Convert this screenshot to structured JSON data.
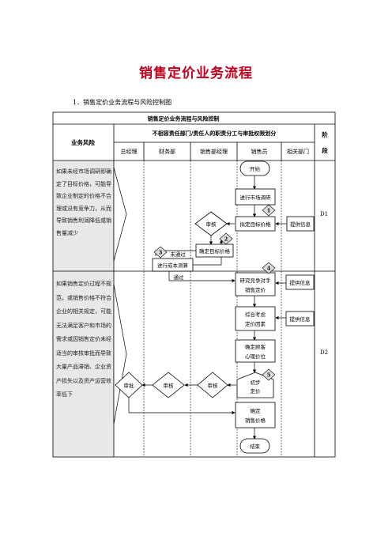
{
  "title": "销售定价业务流程",
  "section_heading": "1．销售定价业务流程与风险控制图",
  "table": {
    "caption": "销售定价业务流程与风险控制",
    "risk_header": "业务风险",
    "dept_group_header": "不相容责任部门/责任人的职责分工与审批权限划分",
    "stage_header_line1": "阶",
    "stage_header_line2": "段",
    "columns": [
      "总经理",
      "财务部",
      "销售部经理",
      "销售员",
      "相关部门"
    ],
    "stages": [
      "D1",
      "D2"
    ],
    "risks": [
      "如果未经市场调研即确定了目标价格，可能导致企业制定的价格不合理或没有竞争力，从而导致销售利润降低或销售量减少",
      "如果销售定价过程不规范，或销售价格不符合企业的相关规定，可能无法满足客户和市场的需求或因销售定价未经适当的审核审批而导致大量产品滞销、企业资产损失以及资产运营效率低下"
    ]
  },
  "flow": {
    "start": "开始",
    "market_research": "进行市场调研",
    "draft_target_price": "拟定目标价格",
    "provide_info_1": "提供信息",
    "review_1": "审核",
    "confirm_target_price": "确定目标价格",
    "not_passed": "未通过",
    "cost_estimate": "进行成本测算",
    "passed": "通过",
    "study_competitors": "研究竞争对手销售定价",
    "provide_info_2": "提供信息",
    "consider_factors": "综合考虑定价因素",
    "provide_info_3": "提供信息",
    "customer_psychology": "确定顾客心理价位",
    "initial_pricing": "初步定价",
    "review_mgr": "审核",
    "review_fin": "审核",
    "approve": "审批",
    "final_price": "确定销售价格",
    "end": "结束",
    "markers": [
      "1",
      "2",
      "3",
      "4",
      "5"
    ]
  },
  "colors": {
    "title": "#c0001d",
    "risk_bg": "#e8e8e8",
    "marker_bg": "#dcdcdc"
  }
}
